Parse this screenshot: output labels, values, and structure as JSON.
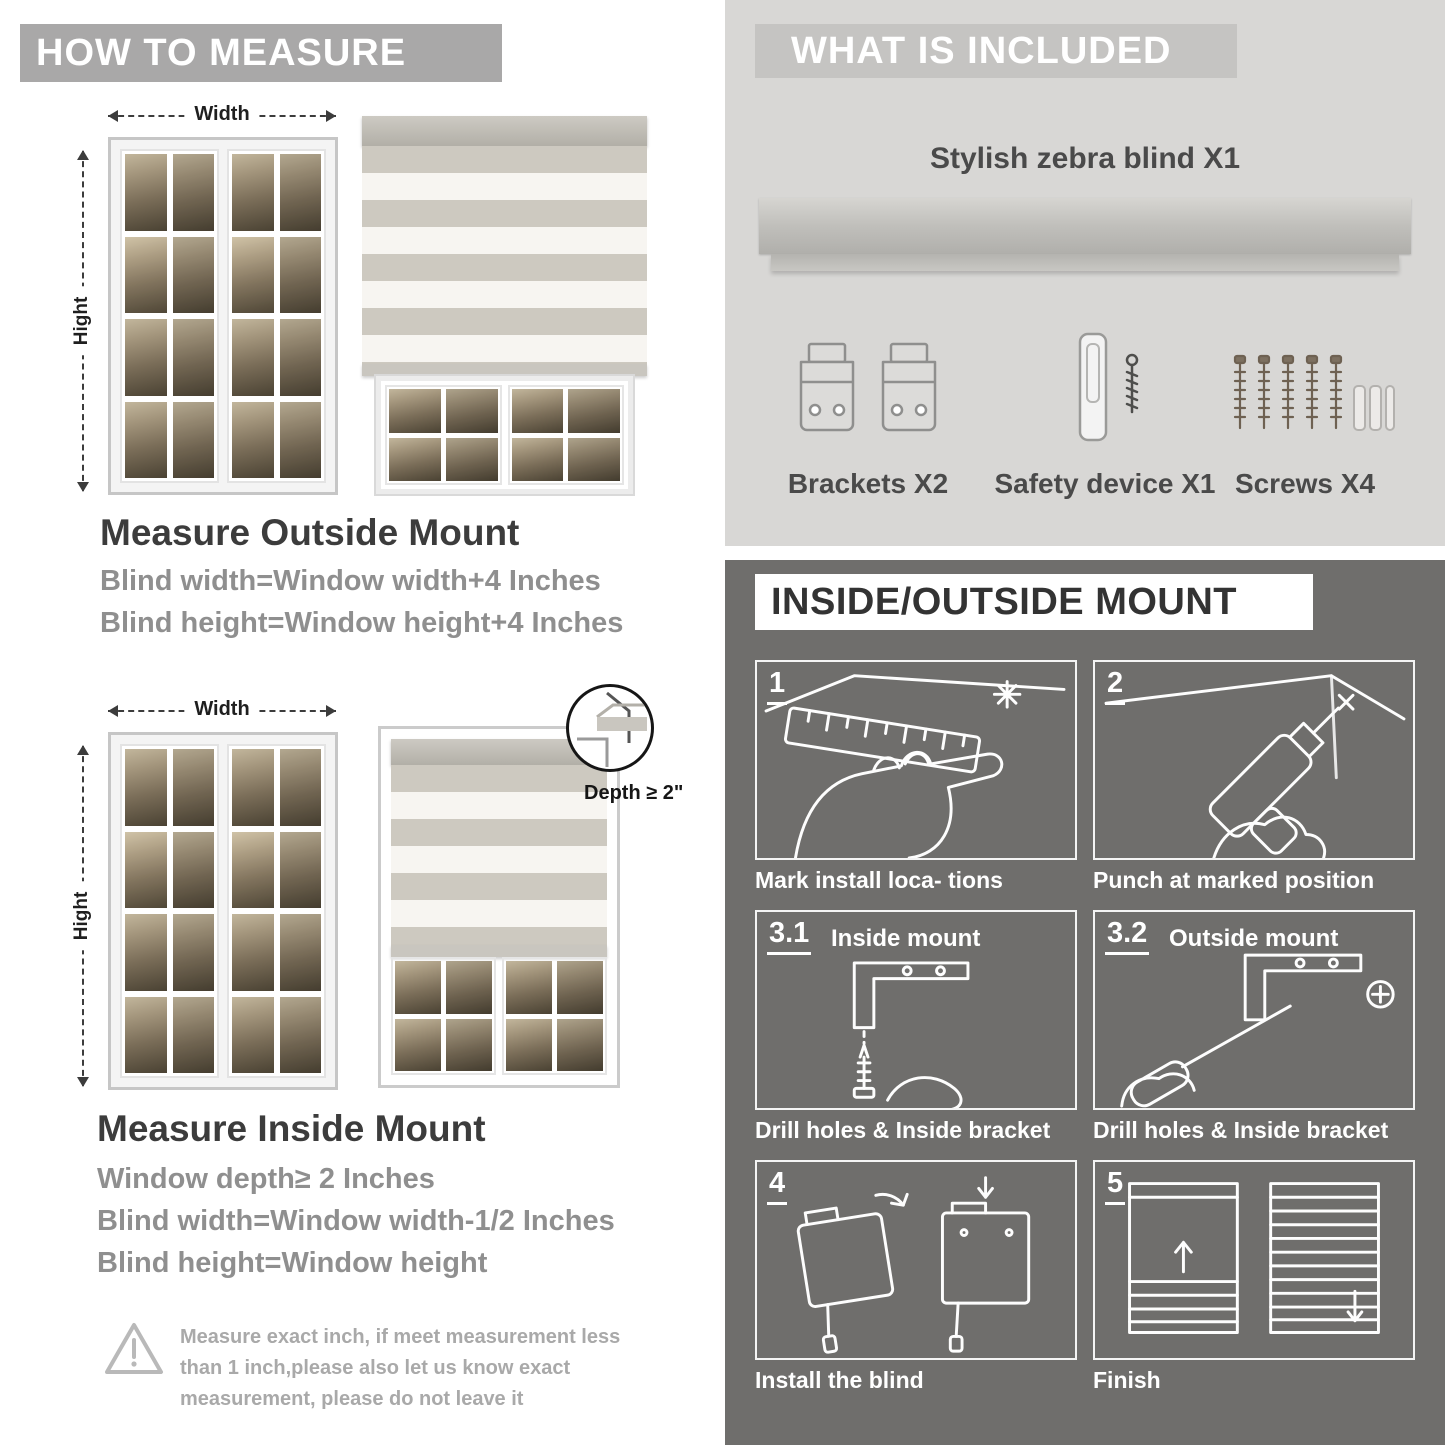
{
  "left": {
    "banner": "HOW TO MEASURE",
    "outside_mount": {
      "width_label": "Width",
      "height_label": "Hight",
      "heading": "Measure Outside Mount",
      "formula1": "Blind width=Window width+4 Inches",
      "formula2": "Blind height=Window height+4 Inches"
    },
    "inside_mount": {
      "width_label": "Width",
      "height_label": "Hight",
      "depth_callout": "Depth ≥ 2\"",
      "heading": "Measure Inside Mount",
      "formula1": "Window depth≥ 2 Inches",
      "formula2": "Blind width=Window width-1/2 Inches",
      "formula3": "Blind height=Window height"
    },
    "warning_icon": "warning-triangle-icon",
    "warning_text": "Measure exact inch, if meet measurement less than 1 inch,please also let us know exact measurement, please do not leave it"
  },
  "included": {
    "banner": "WHAT IS INCLUDED",
    "product_label": "Stylish zebra blind X1",
    "items": [
      {
        "label": "Brackets X2",
        "icon": "brackets-icon"
      },
      {
        "label": "Safety device X1",
        "icon": "safety-device-icon"
      },
      {
        "label": "Screws X4",
        "icon": "screws-icon"
      }
    ]
  },
  "mount_steps": {
    "banner": "INSIDE/OUTSIDE MOUNT",
    "steps": [
      {
        "num": "1",
        "title": "",
        "caption": "Mark install loca- tions",
        "icon": "mark-location-icon"
      },
      {
        "num": "2",
        "title": "",
        "caption": "Punch at  marked position",
        "icon": "drill-icon"
      },
      {
        "num": "3.1",
        "title": "Inside mount",
        "caption": "Drill holes &  Inside bracket",
        "icon": "inside-bracket-icon"
      },
      {
        "num": "3.2",
        "title": "Outside mount",
        "caption": "Drill holes &  Inside bracket",
        "icon": "outside-bracket-icon"
      },
      {
        "num": "4",
        "title": "",
        "caption": "Install the blind",
        "icon": "install-blind-icon"
      },
      {
        "num": "5",
        "title": "",
        "caption": "Finish",
        "icon": "finish-blind-icon"
      }
    ]
  },
  "colors": {
    "left_banner_gray": "#a9a8a8",
    "included_bg": "#d8d7d5",
    "included_banner_bg": "#c5c4c2",
    "dark_section_bg": "#6f6e6c",
    "heading_text": "#3c3c3c",
    "formula_text": "#8f8f8f"
  }
}
